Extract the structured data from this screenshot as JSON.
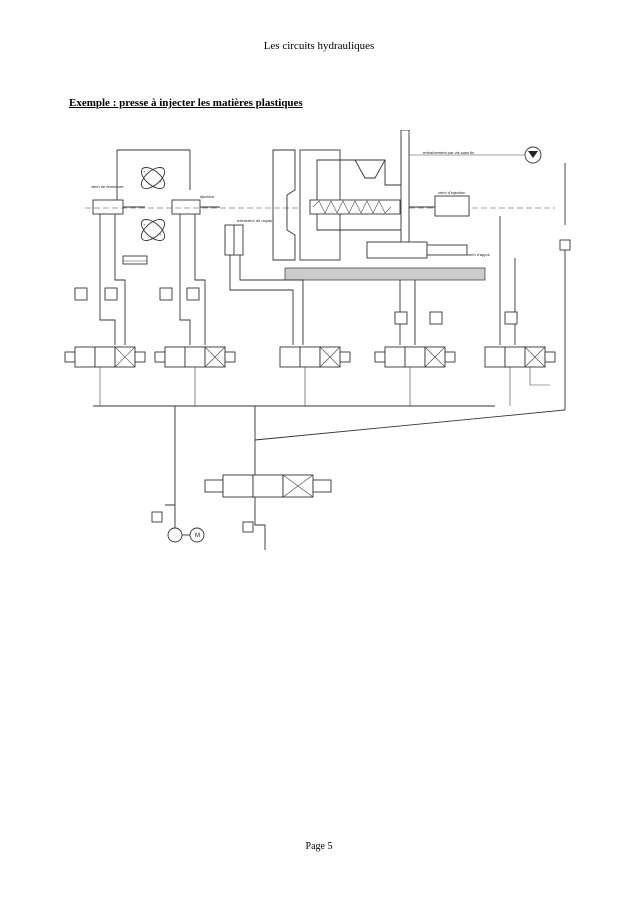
{
  "header": {
    "title": "Les circuits hydrauliques"
  },
  "section": {
    "title": "Exemple : presse à injecter les matières plastiques"
  },
  "figure": {
    "labels": {
      "closing_cylinder": "vérin de fermeture",
      "ejector": "éjecteur",
      "core_extractor": "extracteur de noyau",
      "screw_drive": "entraînement par vis sans fin",
      "injection_cylinder": "vérin d'injection",
      "support_cylinder": "vérin d'appui",
      "motor": "M"
    }
  },
  "footer": {
    "page": "Page 5"
  }
}
